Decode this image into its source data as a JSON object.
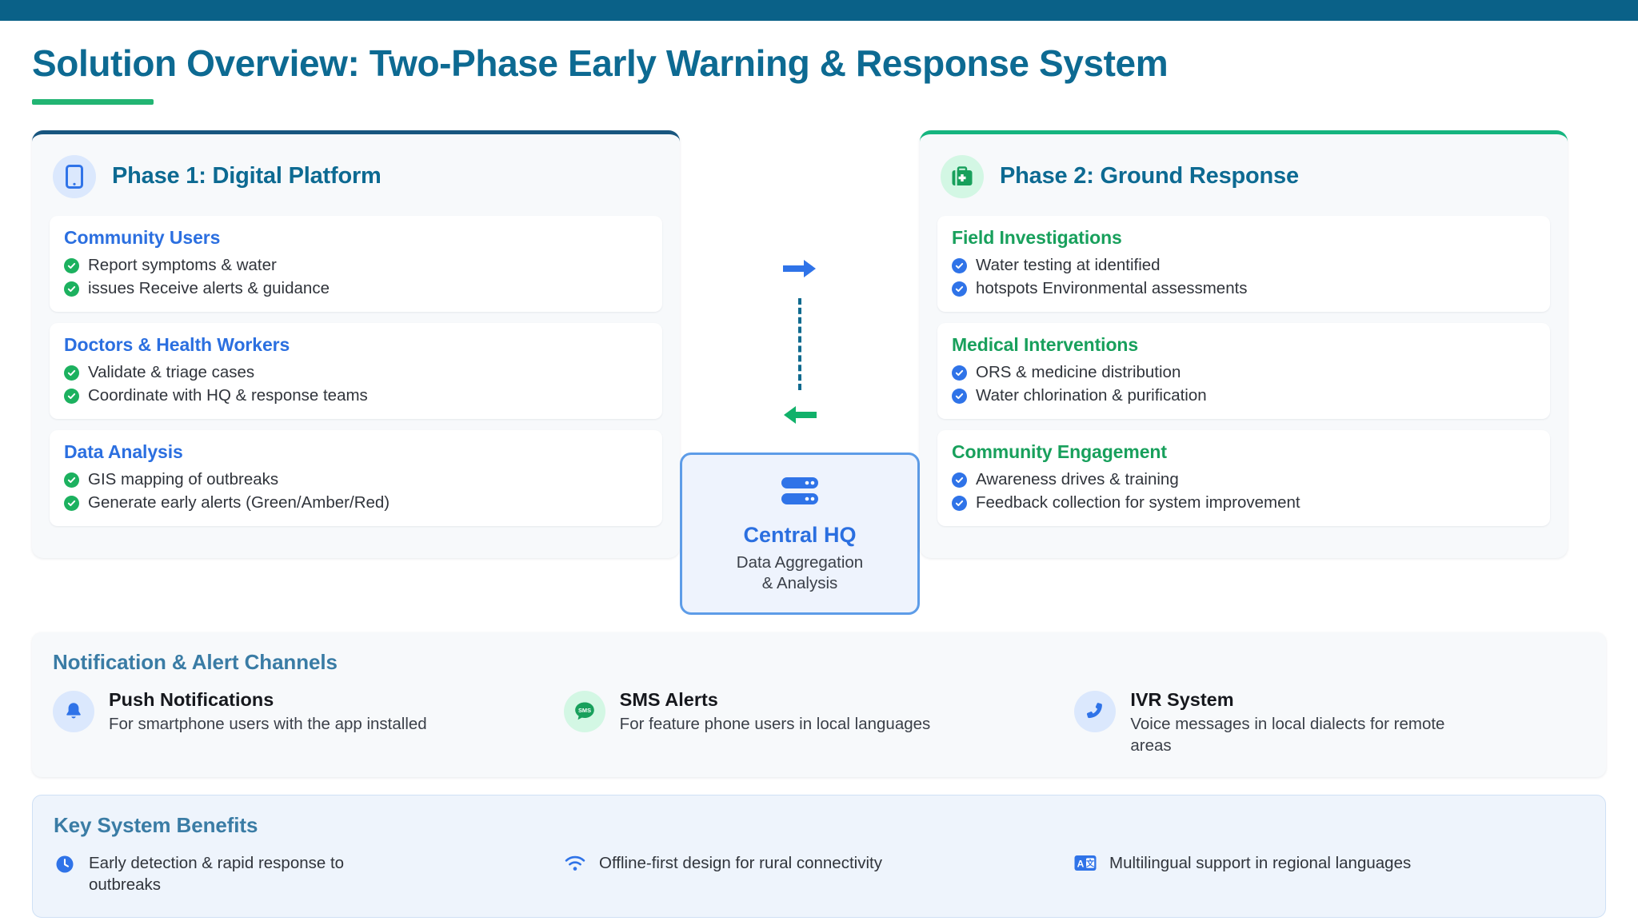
{
  "topbar": {
    "color": "#0a6188"
  },
  "header": {
    "title": "Solution Overview: Two-Phase Early Warning & Response System",
    "accent_color": "#22b573",
    "title_color": "#0d6a92"
  },
  "phase1": {
    "icon": "mobile-phone-icon",
    "title": "Phase 1: Digital Platform",
    "accent_color": "#18567f",
    "groups": [
      {
        "title": "Community Users",
        "items": [
          "Report symptoms & water",
          "issues Receive alerts & guidance"
        ]
      },
      {
        "title": "Doctors & Health Workers",
        "items": [
          "Validate & triage cases",
          "Coordinate with HQ & response teams"
        ]
      },
      {
        "title": "Data Analysis",
        "items": [
          "GIS mapping of outbreaks",
          "Generate early alerts (Green/Amber/Red)"
        ]
      }
    ]
  },
  "phase2": {
    "icon": "medical-kit-icon",
    "title": "Phase 2: Ground Response",
    "accent_color": "#15b57f",
    "groups": [
      {
        "title": "Field Investigations",
        "items": [
          "Water testing at identified",
          "hotspots Environmental assessments"
        ]
      },
      {
        "title": "Medical Interventions",
        "items": [
          "ORS & medicine distribution",
          "Water chlorination & purification"
        ]
      },
      {
        "title": "Community Engagement",
        "items": [
          "Awareness drives & training",
          "Feedback collection for system improvement"
        ]
      }
    ]
  },
  "center": {
    "arrow_down_icon": "arrow-right-icon",
    "arrow_up_icon": "arrow-left-icon",
    "arrow_down_color": "#2f73e8",
    "arrow_up_color": "#11b16a",
    "connector_color": "#0f6a8f",
    "hq": {
      "icon": "server-icon",
      "title": "Central HQ",
      "subtitle_line1": "Data Aggregation",
      "subtitle_line2": "& Analysis",
      "border_color": "#5d9ce8",
      "background": "#eef3fd"
    }
  },
  "notifications": {
    "title": "Notification & Alert Channels",
    "title_color": "#3a7ca5",
    "channels": [
      {
        "icon": "bell-icon",
        "badge": "blue",
        "name": "Push Notifications",
        "desc": "For smartphone users with the app installed"
      },
      {
        "icon": "sms-bubble-icon",
        "badge": "green",
        "name": "SMS Alerts",
        "desc": "For feature phone users in local languages"
      },
      {
        "icon": "phone-handset-icon",
        "badge": "blue",
        "name": "IVR System",
        "desc": "Voice messages in local dialects for remote areas"
      }
    ]
  },
  "benefits": {
    "title": "Key System Benefits",
    "title_color": "#3a7ca5",
    "background": "#eef4fc",
    "items": [
      {
        "icon": "clock-icon",
        "text": "Early detection & rapid response to outbreaks"
      },
      {
        "icon": "wifi-icon",
        "text": "Offline-first design for rural connectivity"
      },
      {
        "icon": "translate-icon",
        "text": "Multilingual support in regional languages"
      }
    ]
  }
}
